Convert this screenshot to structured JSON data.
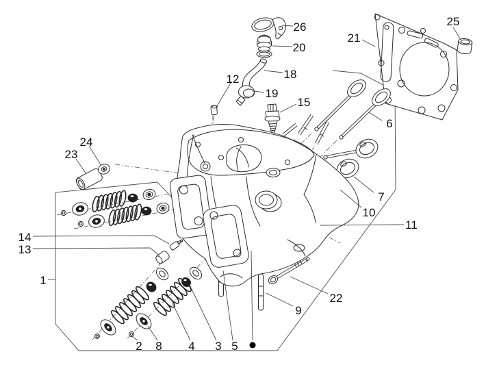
{
  "figure": {
    "kind": "exploded-parts-diagram",
    "subject": "engine cylinder head assembly",
    "background_color": "#ffffff",
    "line_color": "#2a2a2a",
    "label_color": "#101010"
  },
  "reference_marker": {
    "glyph": "●"
  },
  "callouts": {
    "c1": {
      "label": "1"
    },
    "c2": {
      "label": "2"
    },
    "c3": {
      "label": "3"
    },
    "c4": {
      "label": "4"
    },
    "c5": {
      "label": "5"
    },
    "c6": {
      "label": "6"
    },
    "c7": {
      "label": "7"
    },
    "c8": {
      "label": "8"
    },
    "c9": {
      "label": "9"
    },
    "c10": {
      "label": "10"
    },
    "c11": {
      "label": "11"
    },
    "c12": {
      "label": "12"
    },
    "c13": {
      "label": "13"
    },
    "c14": {
      "label": "14"
    },
    "c15": {
      "label": "15"
    },
    "c18": {
      "label": "18"
    },
    "c19": {
      "label": "19"
    },
    "c20": {
      "label": "20"
    },
    "c21": {
      "label": "21"
    },
    "c22": {
      "label": "22"
    },
    "c23": {
      "label": "23"
    },
    "c24": {
      "label": "24"
    },
    "c25": {
      "label": "25"
    },
    "c26": {
      "label": "26"
    }
  }
}
